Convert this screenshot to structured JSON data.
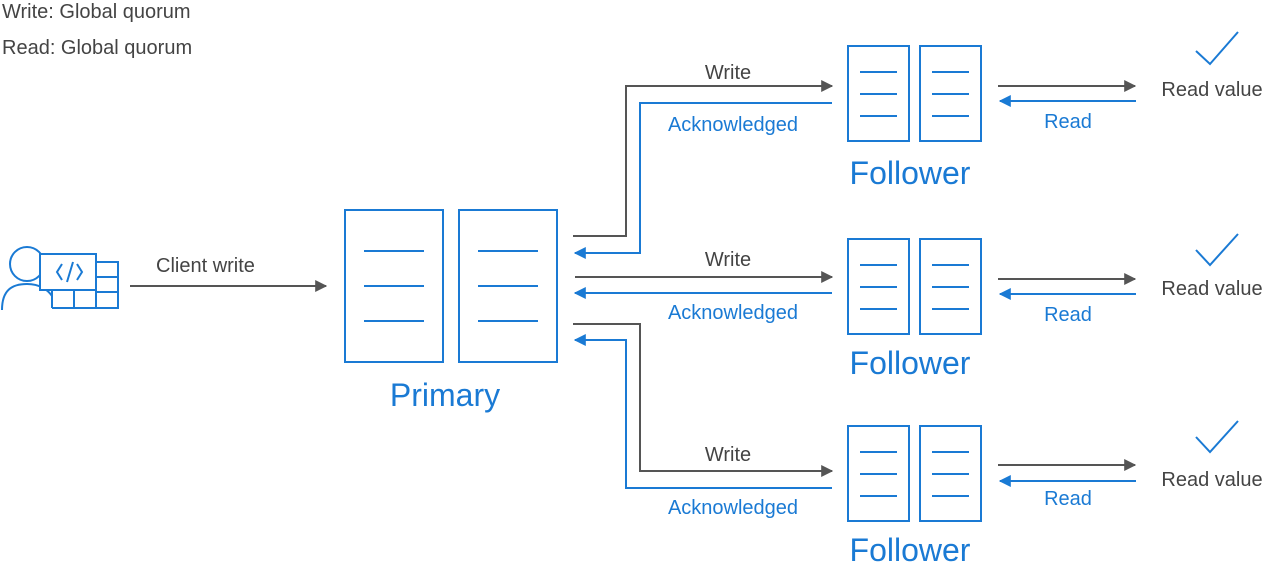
{
  "colors": {
    "accent": "#1a7ad4",
    "text": "#444444",
    "arrow": "#555555"
  },
  "legend": {
    "write": "Write: Global quorum",
    "read": "Read: Global quorum"
  },
  "client": {
    "icon": "developer-client-icon",
    "label": "Client write"
  },
  "primary": {
    "label": "Primary"
  },
  "followers": [
    {
      "label": "Follower",
      "write": "Write",
      "ack": "Acknowledged",
      "read": "Read",
      "result": "Read value",
      "result_icon": "checkmark-icon"
    },
    {
      "label": "Follower",
      "write": "Write",
      "ack": "Acknowledged",
      "read": "Read",
      "result": "Read value",
      "result_icon": "checkmark-icon"
    },
    {
      "label": "Follower",
      "write": "Write",
      "ack": "Acknowledged",
      "read": "Read",
      "result": "Read value",
      "result_icon": "checkmark-icon"
    }
  ]
}
